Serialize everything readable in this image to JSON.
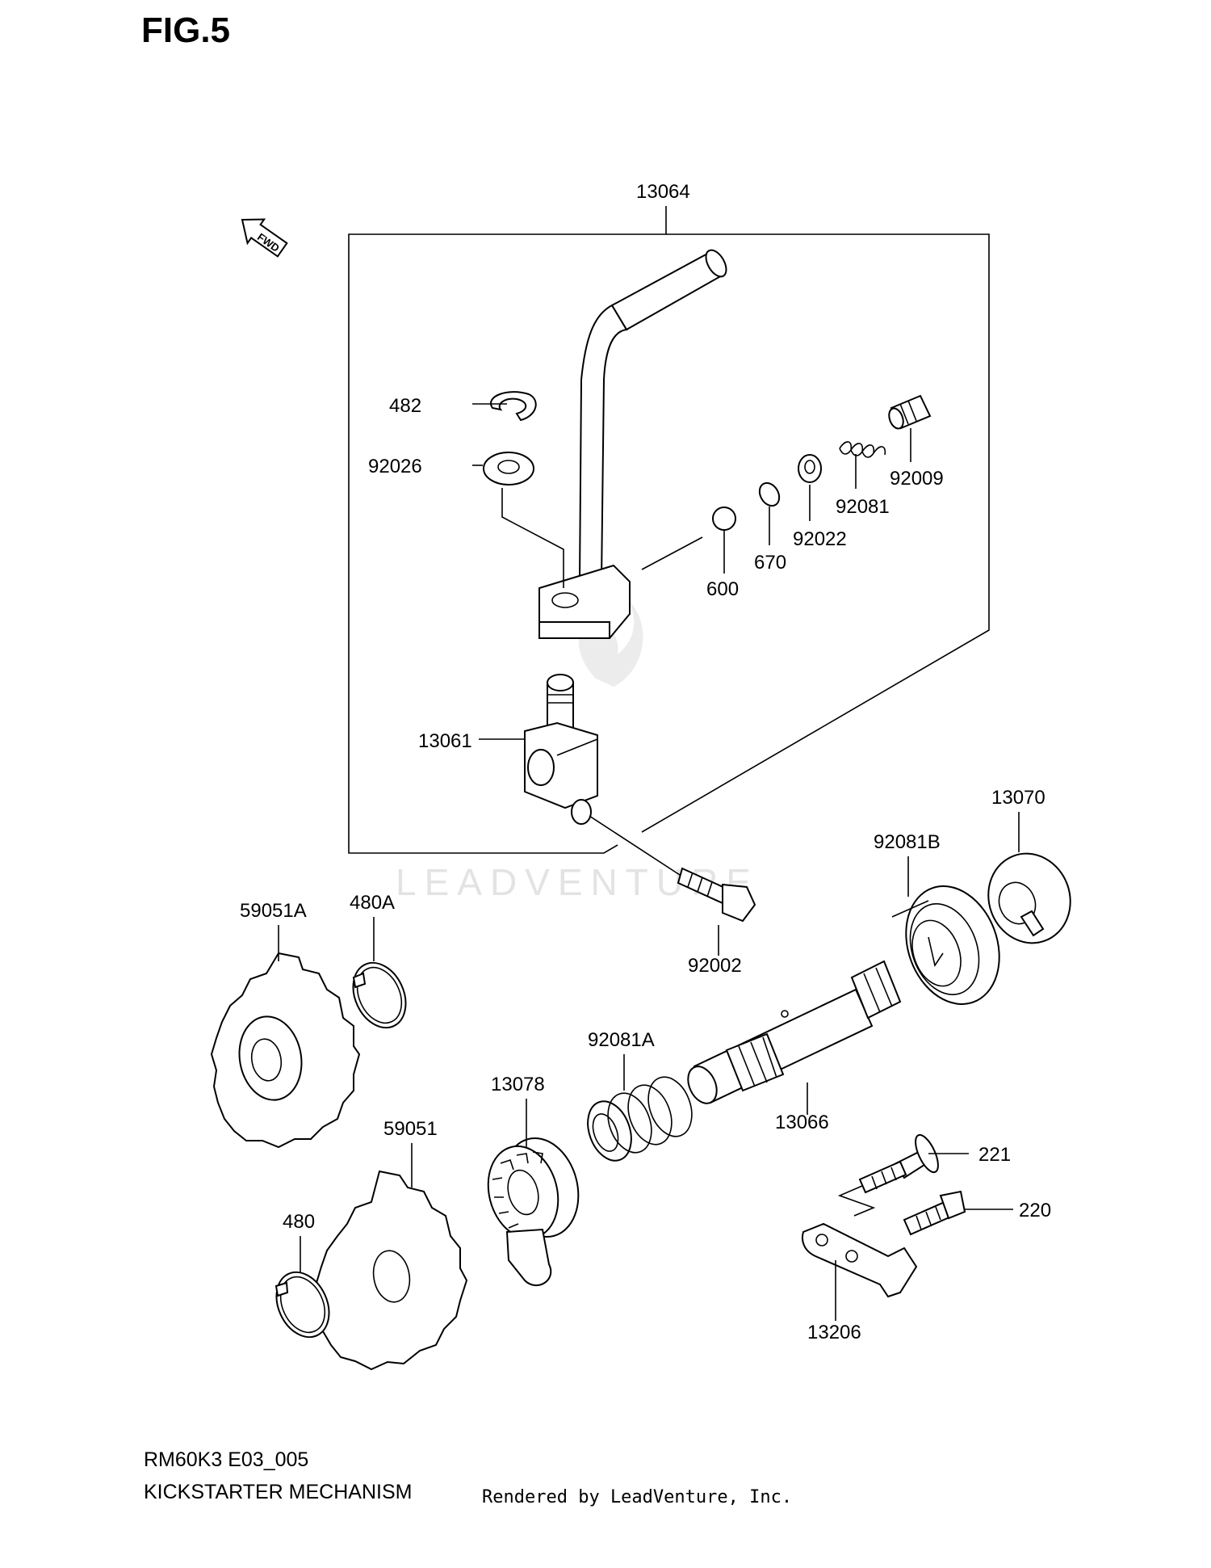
{
  "figure": {
    "title": "FIG.5",
    "fwd_label": "FWD",
    "watermark": "LEADVENTURE",
    "model_code": "RM60K3 E03_005",
    "caption": "KICKSTARTER MECHANISM",
    "render_credit": "Rendered by LeadVenture, Inc."
  },
  "parts": {
    "p13064": "13064",
    "p482": "482",
    "p92026": "92026",
    "p92009": "92009",
    "p92081": "92081",
    "p92022": "92022",
    "p670": "670",
    "p600": "600",
    "p13061": "13061",
    "p13070": "13070",
    "p92081B": "92081B",
    "p59051A": "59051A",
    "p480A": "480A",
    "p92002": "92002",
    "p92081A": "92081A",
    "p13078": "13078",
    "p13066": "13066",
    "p59051": "59051",
    "p221": "221",
    "p220": "220",
    "p480": "480",
    "p13206": "13206"
  }
}
